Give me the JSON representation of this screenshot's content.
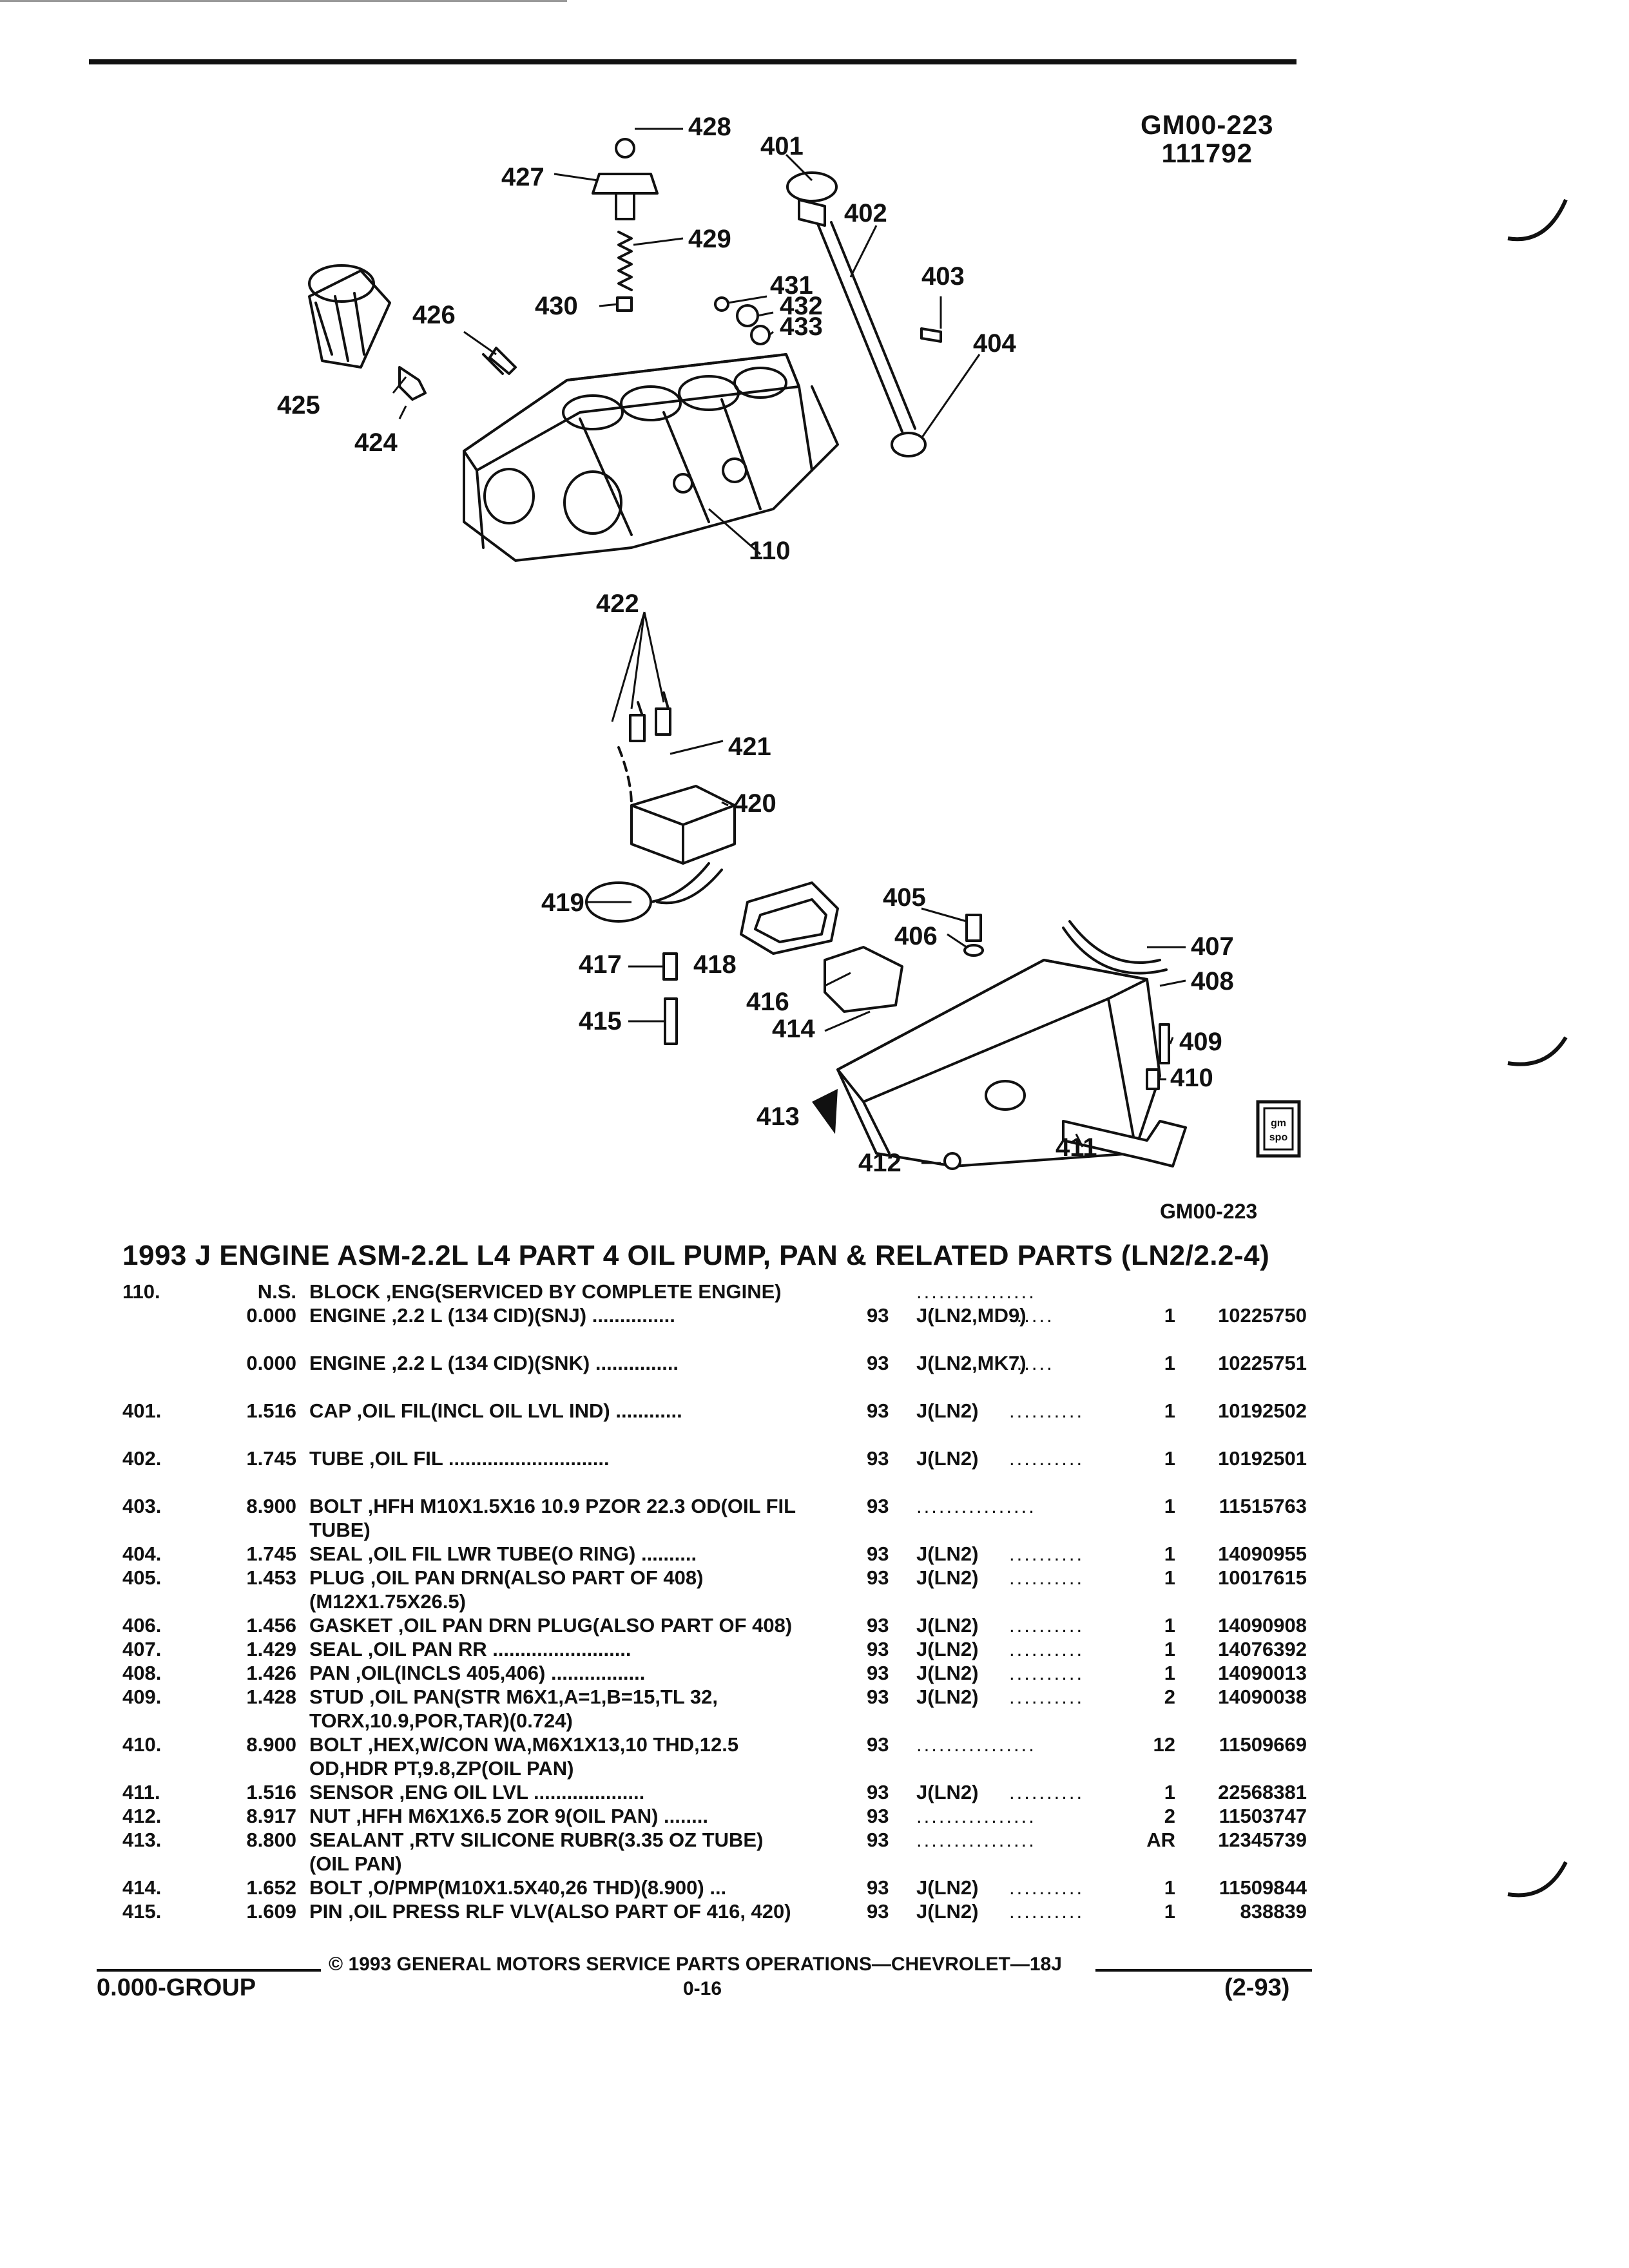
{
  "header": {
    "id_code": "GM00-223",
    "id_date": "111792"
  },
  "diagram": {
    "callouts": [
      "428",
      "427",
      "401",
      "429",
      "402",
      "431",
      "430",
      "432",
      "403",
      "426",
      "433",
      "404",
      "425",
      "424",
      "110",
      "422",
      "421",
      "420",
      "405",
      "419",
      "406",
      "407",
      "417",
      "418",
      "408",
      "416",
      "415",
      "414",
      "409",
      "410",
      "413",
      "411",
      "412"
    ],
    "gm_logo_text": "gm spo",
    "caption": "GM00-223"
  },
  "section": {
    "title": "1993 J ENGINE ASM-2.2L L4 PART 4 OIL PUMP, PAN & RELATED PARTS (LN2/2.2-4)"
  },
  "parts": [
    {
      "item": "110.",
      "code": "N.S.",
      "desc": "BLOCK ,ENG(SERVICED BY COMPLETE ENGINE)",
      "year": "",
      "model": "",
      "dots": "................",
      "qty": "",
      "part": ""
    },
    {
      "item": "",
      "code": "0.000",
      "desc": "ENGINE ,2.2 L (134 CID)(SNJ) ...............",
      "year": "93",
      "model": "J(LN2,MD9)",
      "dots": "......",
      "qty": "1",
      "part": "10225750"
    },
    {
      "item": "",
      "code": "0.000",
      "desc": "ENGINE ,2.2 L (134 CID)(SNK) ...............",
      "year": "93",
      "model": "J(LN2,MK7)",
      "dots": "......",
      "qty": "1",
      "part": "10225751"
    },
    {
      "item": "401.",
      "code": "1.516",
      "desc": "CAP ,OIL FIL(INCL OIL LVL IND) ............",
      "year": "93",
      "model": "J(LN2)",
      "dots": "..........",
      "qty": "1",
      "part": "10192502"
    },
    {
      "item": "402.",
      "code": "1.745",
      "desc": "TUBE ,OIL FIL .............................",
      "year": "93",
      "model": "J(LN2)",
      "dots": "..........",
      "qty": "1",
      "part": "10192501"
    },
    {
      "item": "403.",
      "code": "8.900",
      "desc": "BOLT ,HFH M10X1.5X16 10.9 PZOR 22.3 OD(OIL FIL TUBE)",
      "year": "93",
      "model": "",
      "dots": "................",
      "qty": "1",
      "part": "11515763"
    },
    {
      "item": "404.",
      "code": "1.745",
      "desc": "SEAL ,OIL FIL LWR TUBE(O RING) ..........",
      "year": "93",
      "model": "J(LN2)",
      "dots": "..........",
      "qty": "1",
      "part": "14090955"
    },
    {
      "item": "405.",
      "code": "1.453",
      "desc": "PLUG ,OIL PAN DRN(ALSO PART OF 408) (M12X1.75X26.5)",
      "year": "93",
      "model": "J(LN2)",
      "dots": "..........",
      "qty": "1",
      "part": "10017615"
    },
    {
      "item": "406.",
      "code": "1.456",
      "desc": "GASKET ,OIL PAN DRN PLUG(ALSO PART OF 408)",
      "year": "93",
      "model": "J(LN2)",
      "dots": "..........",
      "qty": "1",
      "part": "14090908"
    },
    {
      "item": "407.",
      "code": "1.429",
      "desc": "SEAL ,OIL PAN RR .........................",
      "year": "93",
      "model": "J(LN2)",
      "dots": "..........",
      "qty": "1",
      "part": "14076392"
    },
    {
      "item": "408.",
      "code": "1.426",
      "desc": "PAN ,OIL(INCLS 405,406) .................",
      "year": "93",
      "model": "J(LN2)",
      "dots": "..........",
      "qty": "1",
      "part": "14090013"
    },
    {
      "item": "409.",
      "code": "1.428",
      "desc": "STUD ,OIL PAN(STR M6X1,A=1,B=15,TL 32, TORX,10.9,POR,TAR)(0.724)",
      "year": "93",
      "model": "J(LN2)",
      "dots": "..........",
      "qty": "2",
      "part": "14090038"
    },
    {
      "item": "410.",
      "code": "8.900",
      "desc": "BOLT ,HEX,W/CON WA,M6X1X13,10 THD,12.5 OD,HDR PT,9.8,ZP(OIL PAN)",
      "year": "93",
      "model": "",
      "dots": "................",
      "qty": "12",
      "part": "11509669"
    },
    {
      "item": "411.",
      "code": "1.516",
      "desc": "SENSOR ,ENG OIL LVL ....................",
      "year": "93",
      "model": "J(LN2)",
      "dots": "..........",
      "qty": "1",
      "part": "22568381"
    },
    {
      "item": "412.",
      "code": "8.917",
      "desc": "NUT ,HFH M6X1X6.5 ZOR 9(OIL PAN) ........",
      "year": "93",
      "model": "",
      "dots": "................",
      "qty": "2",
      "part": "11503747"
    },
    {
      "item": "413.",
      "code": "8.800",
      "desc": "SEALANT ,RTV SILICONE RUBR(3.35 OZ TUBE) (OIL PAN)",
      "year": "93",
      "model": "",
      "dots": "................",
      "qty": "AR",
      "part": "12345739"
    },
    {
      "item": "414.",
      "code": "1.652",
      "desc": "BOLT ,O/PMP(M10X1.5X40,26 THD)(8.900) ...",
      "year": "93",
      "model": "J(LN2)",
      "dots": "..........",
      "qty": "1",
      "part": "11509844"
    },
    {
      "item": "415.",
      "code": "1.609",
      "desc": "PIN ,OIL PRESS RLF VLV(ALSO PART OF 416, 420)",
      "year": "93",
      "model": "J(LN2)",
      "dots": "..........",
      "qty": "1",
      "part": "838839"
    }
  ],
  "footer": {
    "copyright": "© 1993 GENERAL MOTORS SERVICE PARTS OPERATIONS—CHEVROLET—18J",
    "group": "0.000-GROUP",
    "page": "0-16",
    "date": "(2-93)"
  }
}
